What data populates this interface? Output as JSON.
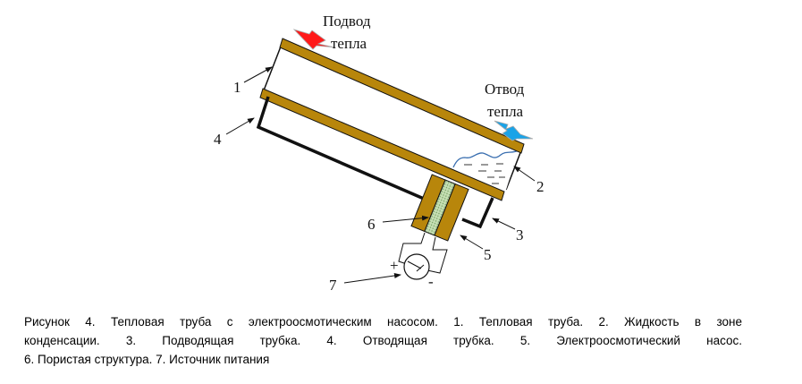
{
  "diagram": {
    "heat_in_label": [
      "Подвод",
      "тепла"
    ],
    "heat_out_label": [
      "Отвод",
      "тепла"
    ],
    "numbers": [
      "1",
      "2",
      "3",
      "4",
      "5",
      "6",
      "7"
    ],
    "plus": "+",
    "minus": "-",
    "colors": {
      "wall": "#b8860b",
      "heat_in": "#ff1a1a",
      "heat_out": "#1aa3e8",
      "porous": "#b5d6a0",
      "liquid": "#3a6fb0"
    }
  },
  "caption": {
    "line1": "Рисунок 4. Тепловая труба с электроосмотическим насосом. 1. Тепловая труба. 2. Жидкость в зоне",
    "line2": "конденсации. 3. Подводящая трубка. 4. Отводящая трубка. 5. Электроосмотический насос.",
    "line3": "6. Пористая структура. 7. Источник питания"
  }
}
